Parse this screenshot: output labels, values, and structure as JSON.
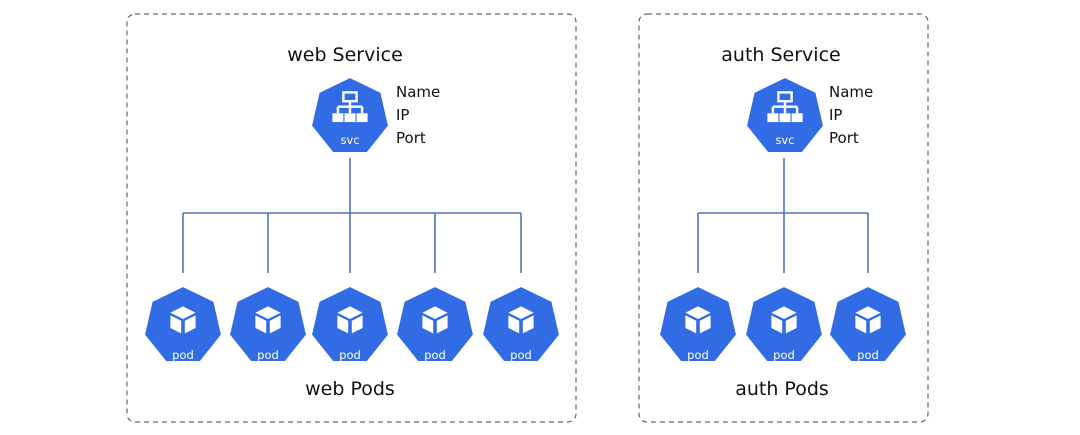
{
  "colors": {
    "node_fill": "#326ce5",
    "node_outline": "#ffffff",
    "connector": "#4f74b6",
    "group_border": "#5f6b7a",
    "text": "#111111"
  },
  "groups": [
    {
      "id": "web",
      "service": {
        "title": "web Service",
        "icon": "k8s-service-icon",
        "label": "svc",
        "attributes": [
          "Name",
          "IP",
          "Port"
        ]
      },
      "pods": {
        "title": "web Pods",
        "icon": "k8s-pod-icon",
        "items": [
          {
            "label": "pod"
          },
          {
            "label": "pod"
          },
          {
            "label": "pod"
          },
          {
            "label": "pod"
          },
          {
            "label": "pod"
          }
        ]
      }
    },
    {
      "id": "auth",
      "service": {
        "title": "auth Service",
        "icon": "k8s-service-icon",
        "label": "svc",
        "attributes": [
          "Name",
          "IP",
          "Port"
        ]
      },
      "pods": {
        "title": "auth Pods",
        "icon": "k8s-pod-icon",
        "items": [
          {
            "label": "pod"
          },
          {
            "label": "pod"
          },
          {
            "label": "pod"
          }
        ]
      }
    }
  ]
}
